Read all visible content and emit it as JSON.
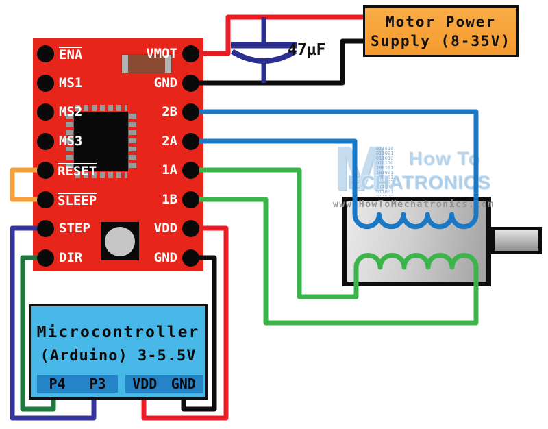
{
  "driver_board": {
    "left_pins": [
      {
        "label": "ENA",
        "overline": true
      },
      {
        "label": "MS1",
        "overline": false
      },
      {
        "label": "MS2",
        "overline": false
      },
      {
        "label": "MS3",
        "overline": false
      },
      {
        "label": "RESET",
        "overline": true
      },
      {
        "label": "SLEEP",
        "overline": true
      },
      {
        "label": "STEP",
        "overline": false
      },
      {
        "label": "DIR",
        "overline": false
      }
    ],
    "right_pins": [
      {
        "label": "VMOT"
      },
      {
        "label": "GND"
      },
      {
        "label": "2B"
      },
      {
        "label": "2A"
      },
      {
        "label": "1A"
      },
      {
        "label": "1B"
      },
      {
        "label": "VDD"
      },
      {
        "label": "GND"
      }
    ]
  },
  "capacitor": {
    "label": "47µF"
  },
  "power_supply": {
    "line1": "Motor Power",
    "line2": "Supply (8-35V)"
  },
  "microcontroller": {
    "line1": "Microcontroller",
    "line2": "(Arduino) 3-5.5V",
    "pin_labels": [
      "P4",
      "P3",
      "VDD",
      "GND"
    ]
  },
  "watermark": {
    "logo_letter": "M",
    "line1": "How To",
    "line2": "ECHATRONICS",
    "url": "www.HowToMechatronics.com",
    "binary": "011010011001011010010110100101101001100101101001011010011001011010010110"
  },
  "colors": {
    "board_red": "#E8251B",
    "wire_red": "#EC1C24",
    "wire_black": "#0d0d0d",
    "wire_blue": "#1B78C4",
    "wire_green": "#3BB54A",
    "wire_dark_green": "#1B7A3C",
    "wire_navy": "#34349B",
    "wire_orange": "#F6A03A",
    "capacitor_navy": "#2B2F90",
    "supply_orange": "#F8A237",
    "mcu_blue": "#47B8E8",
    "mcu_strip_blue": "#2583C8",
    "motor_gray": "#C9C9C9"
  }
}
